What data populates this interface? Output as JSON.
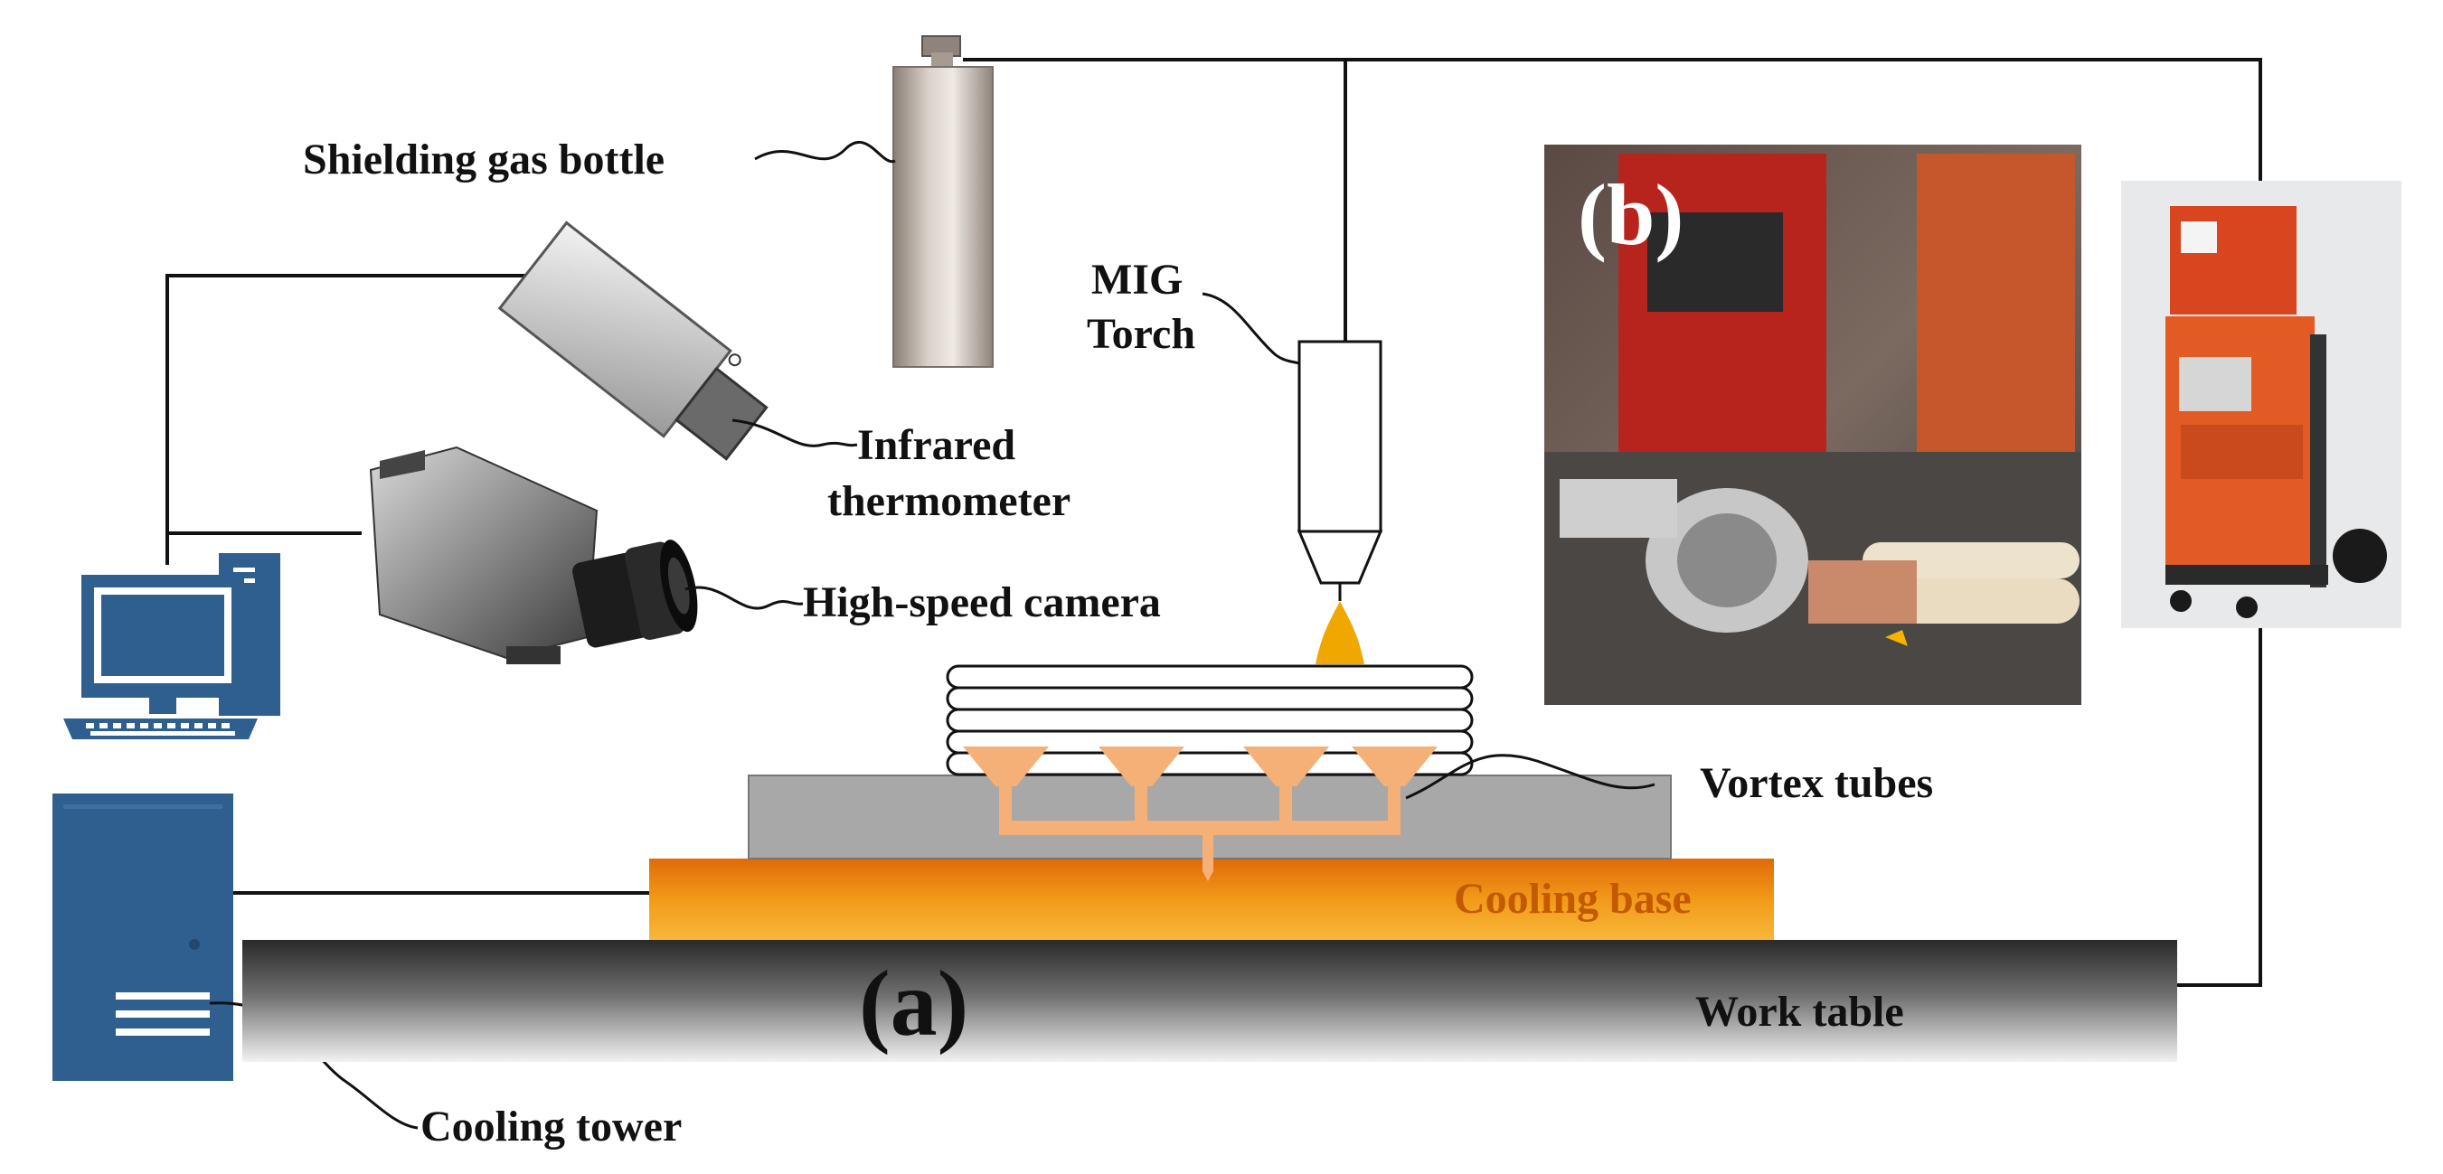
{
  "labels": {
    "shielding_gas_bottle": "Shielding gas bottle",
    "mig_line1": "MIG",
    "mig_line2": "Torch",
    "infrared_line1": "Infrared",
    "infrared_line2": "thermometer",
    "high_speed_camera": "High-speed camera",
    "vortex_tubes": "Vortex tubes",
    "cooling_base": "Cooling base",
    "work_table": "Work table",
    "cooling_tower": "Cooling tower",
    "panel_a": "(a)",
    "panel_b": "(b)"
  },
  "colors": {
    "line": "#111111",
    "cooling_base": "#f0a020",
    "cooling_base_dark": "#e07a10",
    "vortex": "#f5b078",
    "substrate": "#a8a8a8",
    "tower": "#2f5f8f",
    "cooling_label": "#c45a00",
    "arc": "#f0a800"
  }
}
